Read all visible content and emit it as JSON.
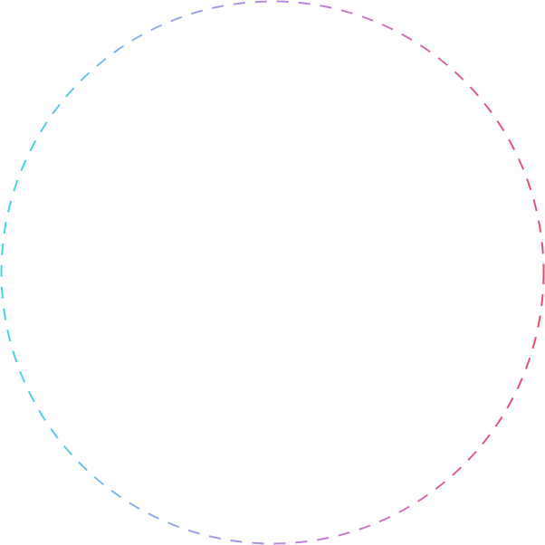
{
  "decoration": {
    "shape": "dashed-circle",
    "gradient": {
      "direction": "left-to-right",
      "stops": [
        {
          "offset": 0.0,
          "color": "#3fd8e0"
        },
        {
          "offset": 0.25,
          "color": "#8db4ec"
        },
        {
          "offset": 0.5,
          "color": "#b58ae8"
        },
        {
          "offset": 0.75,
          "color": "#d46fb4"
        },
        {
          "offset": 1.0,
          "color": "#ee4a6a"
        }
      ]
    },
    "background_color": "#ffffff"
  }
}
